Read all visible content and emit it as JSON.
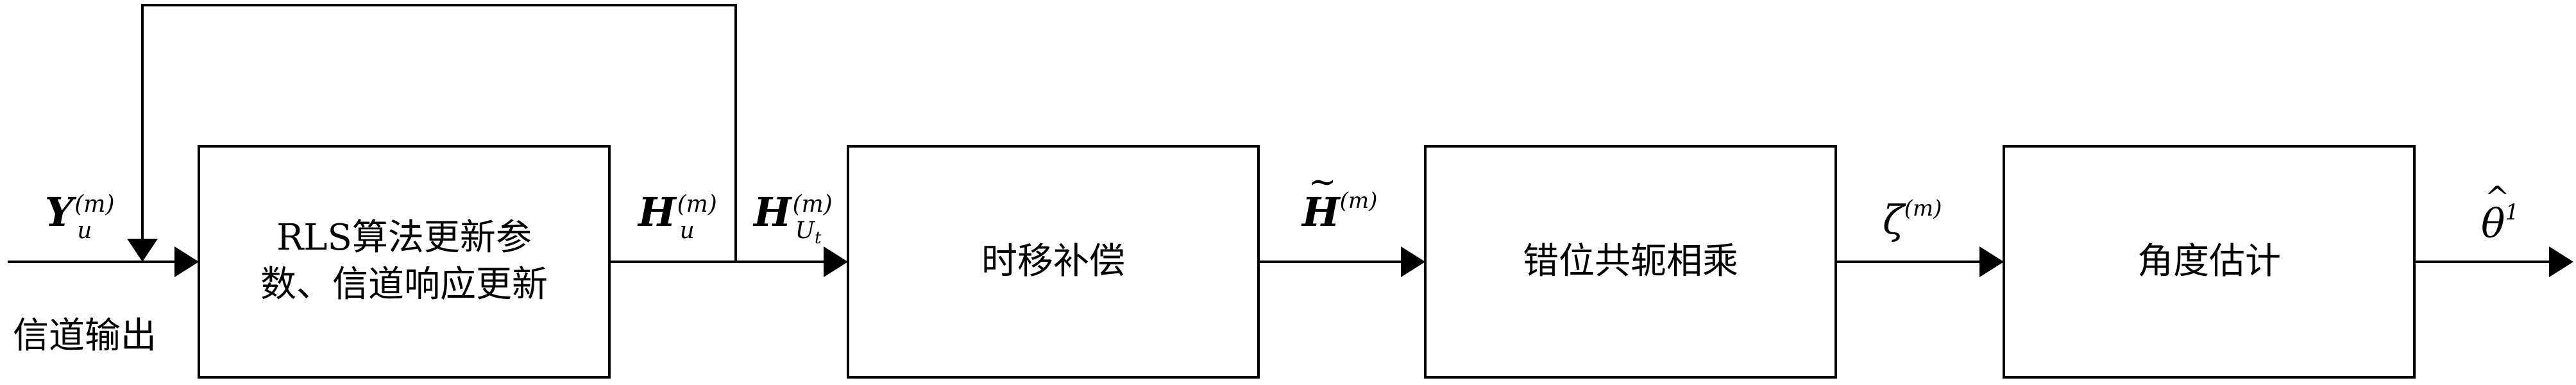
{
  "blocks": {
    "rls": "RLS算法更新参\n数、信道响应更新",
    "shift": "时移补偿",
    "mult": "错位共轭相乘",
    "angle": "角度估计"
  },
  "signals": {
    "input_text": "信道输出",
    "y_base": "Y",
    "y_sup": "(m)",
    "y_sub": "u",
    "h_base": "H",
    "h_sup": "(m)",
    "h_sub": "u",
    "hut_base": "H",
    "hut_sup": "(m)",
    "hut_sub": "U",
    "hut_subsub": "t",
    "htilde_base": "H",
    "htilde_accent": "~",
    "htilde_sup": "(m)",
    "zeta_base": "ζ",
    "zeta_sup": "(m)",
    "theta_base": "θ",
    "theta_accent": "^",
    "theta_sup": "1"
  }
}
